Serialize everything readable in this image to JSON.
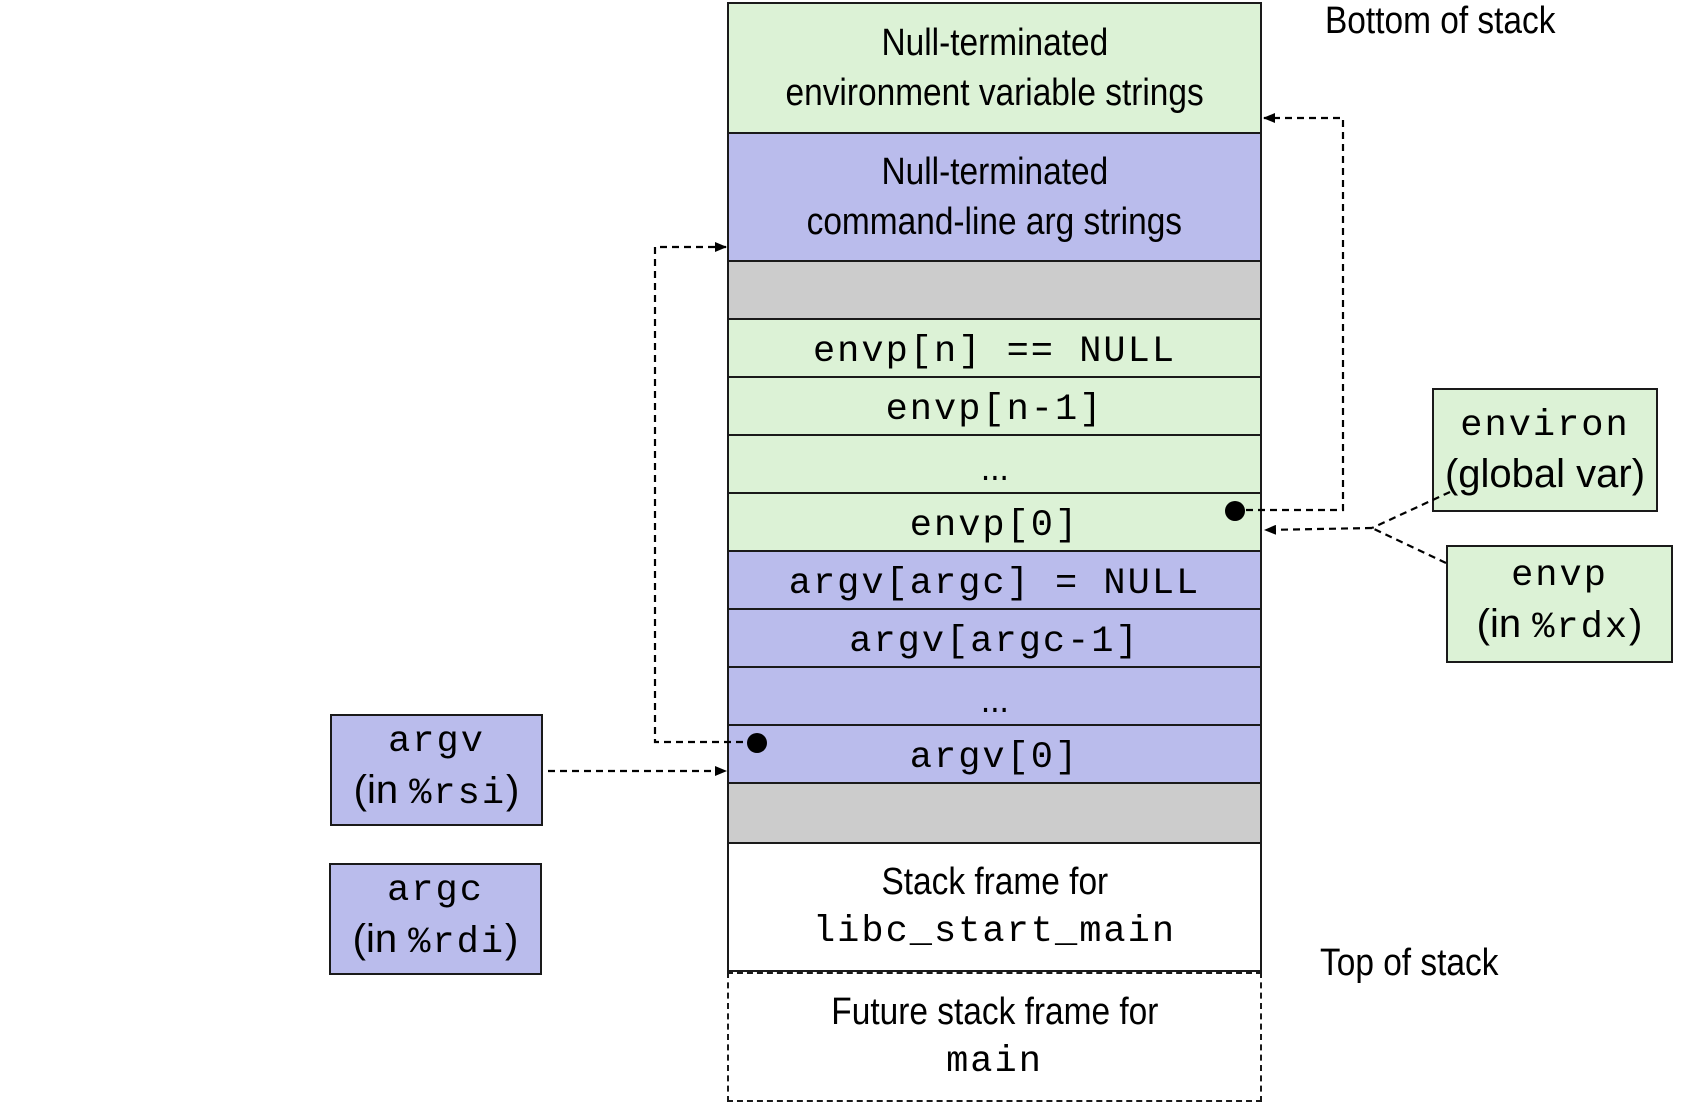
{
  "labels": {
    "bottom": "Bottom of stack",
    "top": "Top of stack"
  },
  "stack": {
    "env_strings": {
      "line1": "Null-terminated",
      "line2": "environment variable strings"
    },
    "arg_strings": {
      "line1": "Null-terminated",
      "line2": "command-line arg strings"
    },
    "envp_n": "envp[n] == NULL",
    "envp_n1": "envp[n-1]",
    "envp_dots": "...",
    "envp_0": "envp[0]",
    "argv_argc": "argv[argc] = NULL",
    "argv_argc1": "argv[argc-1]",
    "argv_dots": "...",
    "argv_0": "argv[0]",
    "libc_frame": {
      "line1": "Stack frame for",
      "line2": "libc_start_main"
    },
    "main_frame": {
      "line1": "Future stack frame for",
      "line2": "main"
    }
  },
  "registers": {
    "environ": {
      "name": "environ",
      "desc": "(global var)"
    },
    "envp": {
      "name": "envp",
      "prefix": "(in ",
      "reg": "%rdx",
      "suffix": ")"
    },
    "argv": {
      "name": "argv",
      "prefix": "(in ",
      "reg": "%rsi",
      "suffix": ")"
    },
    "argc": {
      "name": "argc",
      "prefix": "(in ",
      "reg": "%rdi",
      "suffix": ")"
    }
  },
  "colors": {
    "env": "#dcf2d6",
    "arg": "#babcec",
    "padding": "#cccccc"
  }
}
